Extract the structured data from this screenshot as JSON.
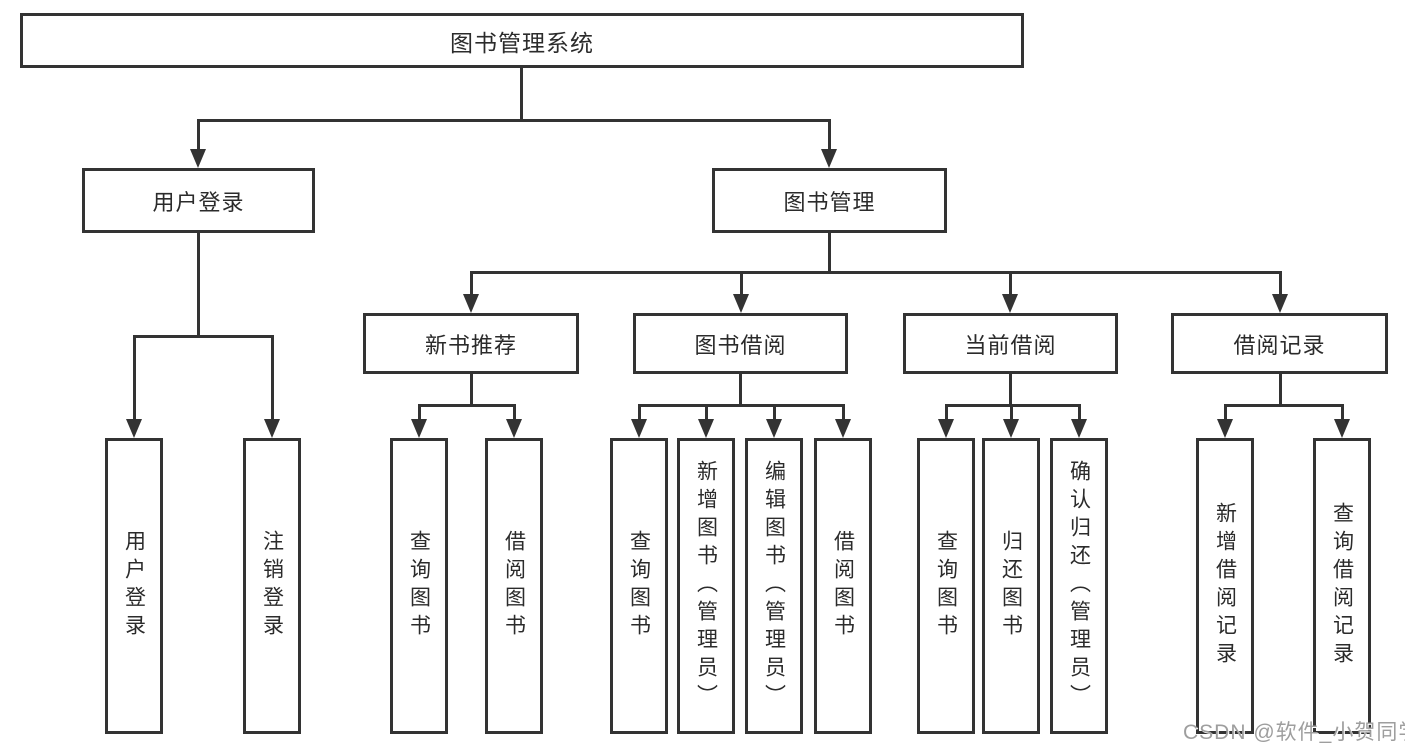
{
  "colors": {
    "line": "#333333",
    "box_border": "#333333",
    "text": "#2b2b2b",
    "background": "#ffffff",
    "watermark": "#9e9e9e"
  },
  "diagram": {
    "root": {
      "label": "图书管理系统"
    },
    "branches": [
      {
        "label": "用户登录",
        "children": [
          {
            "label": "用户登录"
          },
          {
            "label": "注销登录"
          }
        ]
      },
      {
        "label": "图书管理",
        "children": [
          {
            "label": "新书推荐",
            "children": [
              {
                "label": "查询图书"
              },
              {
                "label": "借阅图书"
              }
            ]
          },
          {
            "label": "图书借阅",
            "children": [
              {
                "label": "查询图书"
              },
              {
                "label": "新增图书（管理员）"
              },
              {
                "label": "编辑图书（管理员）"
              },
              {
                "label": "借阅图书"
              }
            ]
          },
          {
            "label": "当前借阅",
            "children": [
              {
                "label": "查询图书"
              },
              {
                "label": "归还图书"
              },
              {
                "label": "确认归还（管理员）"
              }
            ]
          },
          {
            "label": "借阅记录",
            "children": [
              {
                "label": "新增借阅记录"
              },
              {
                "label": "查询借阅记录"
              }
            ]
          }
        ]
      }
    ]
  },
  "watermark": {
    "text": "CSDN @软件_小贺同学"
  }
}
